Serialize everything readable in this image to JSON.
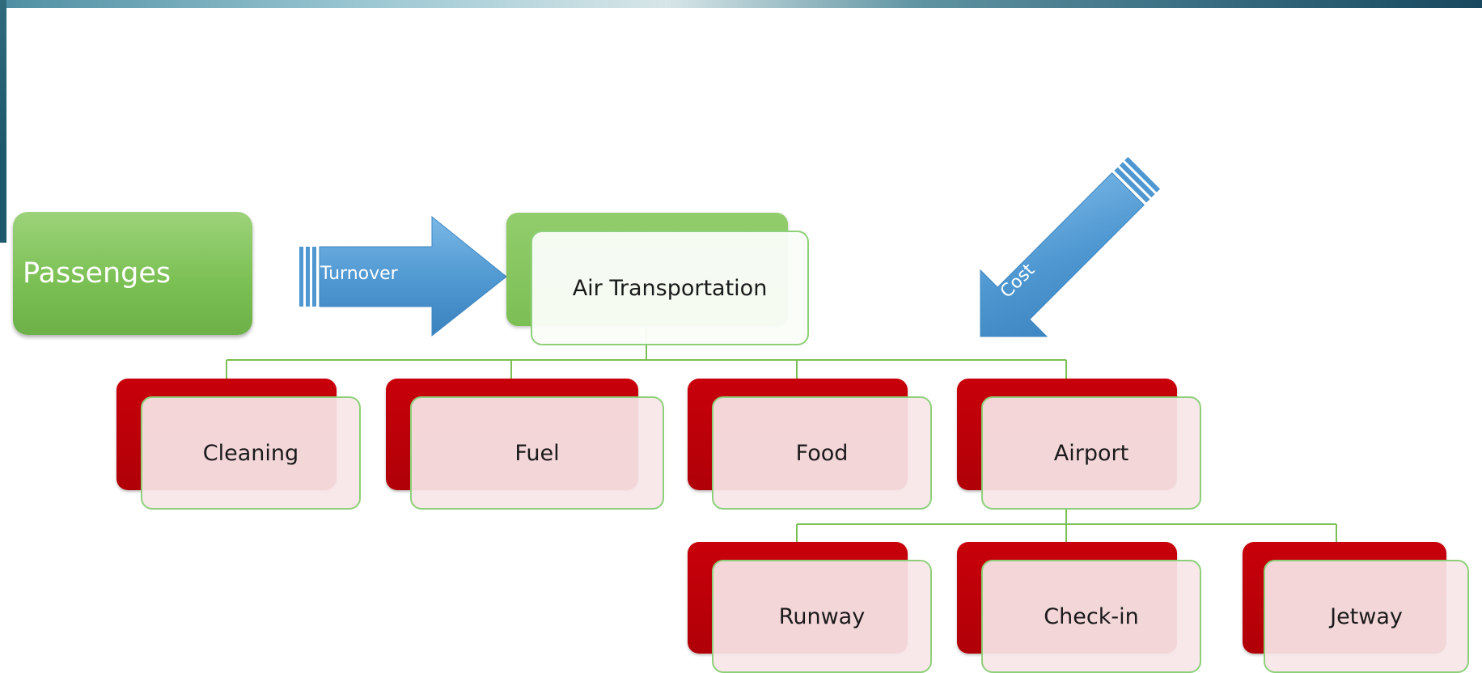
{
  "diagram": {
    "source": {
      "label": "Passenges"
    },
    "flow_arrow": {
      "label": "Turnover"
    },
    "cost_arrow": {
      "label": "Cost"
    },
    "center": {
      "label": "Air Transportation"
    },
    "children": [
      {
        "label": "Cleaning"
      },
      {
        "label": "Fuel"
      },
      {
        "label": "Food"
      },
      {
        "label": "Airport"
      }
    ],
    "airport_children": [
      {
        "label": "Runway"
      },
      {
        "label": "Check-in"
      },
      {
        "label": "Jetway"
      }
    ]
  },
  "colors": {
    "green": "#7cbf55",
    "red": "#c8000a",
    "pink": "#f7e6e8",
    "arrow_blue": "#4e97d1",
    "connector": "#7cbf55"
  }
}
